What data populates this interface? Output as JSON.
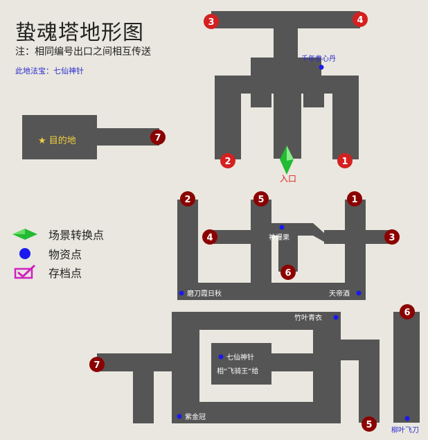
{
  "header": {
    "title": "蛰魂塔地形图",
    "note": "注：相同编号出口之间相互传送",
    "treasure": "此地法宝：七仙神针"
  },
  "legend": {
    "scene_point": "场景转换点",
    "item_point": "物资点",
    "save_point": "存档点"
  },
  "colors": {
    "background": "#e9e7df",
    "wall": "#555555",
    "marker_fill": "#8b0000",
    "marker_bright": "#d42020",
    "item_dot": "#1a1aee",
    "item_text": "#2a2ad0",
    "entrance_text": "#e02020",
    "gold": "#f0d040",
    "green": "#22bb33",
    "save": "#d020c0"
  },
  "labels": {
    "destination": "★ 目的地",
    "entrance": "入口",
    "items": {
      "qiannian": "千年参心丹",
      "shenbao": "神爆果",
      "modao": "磨刀霞日秋",
      "tiandi": "天帝酒",
      "zhuye": "竹叶青衣",
      "qixian": "七仙神针",
      "xiang": "相“飞骑王”给",
      "zijin": "紫金冠",
      "liuye": "柳叶飞刀"
    }
  },
  "markers": [
    "1",
    "2",
    "3",
    "4",
    "5",
    "6",
    "7"
  ]
}
